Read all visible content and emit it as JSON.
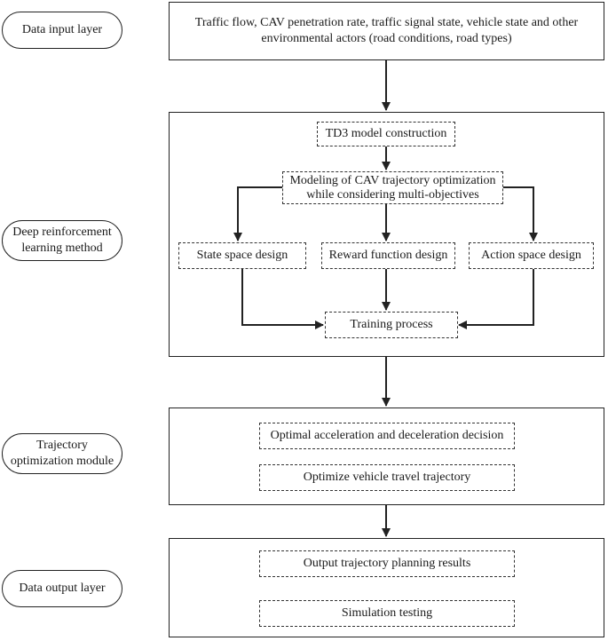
{
  "layers": {
    "input": "Data input layer",
    "drl": "Deep reinforcement learning method",
    "trajectory": "Trajectory optimization module",
    "output": "Data output layer"
  },
  "input_box": {
    "text": "Traffic flow, CAV penetration rate, traffic signal state, vehicle state and other environmental actors (road conditions, road types)"
  },
  "drl_box": {
    "td3": "TD3 model construction",
    "modeling": "Modeling of CAV trajectory optimization while considering multi-objectives",
    "state": "State space design",
    "reward": "Reward function design",
    "action": "Action space design",
    "training": "Training process"
  },
  "trajectory_box": {
    "accel": "Optimal acceleration and deceleration decision",
    "optimize": "Optimize vehicle travel trajectory"
  },
  "output_box": {
    "results": "Output trajectory planning results",
    "simulation": "Simulation testing"
  }
}
